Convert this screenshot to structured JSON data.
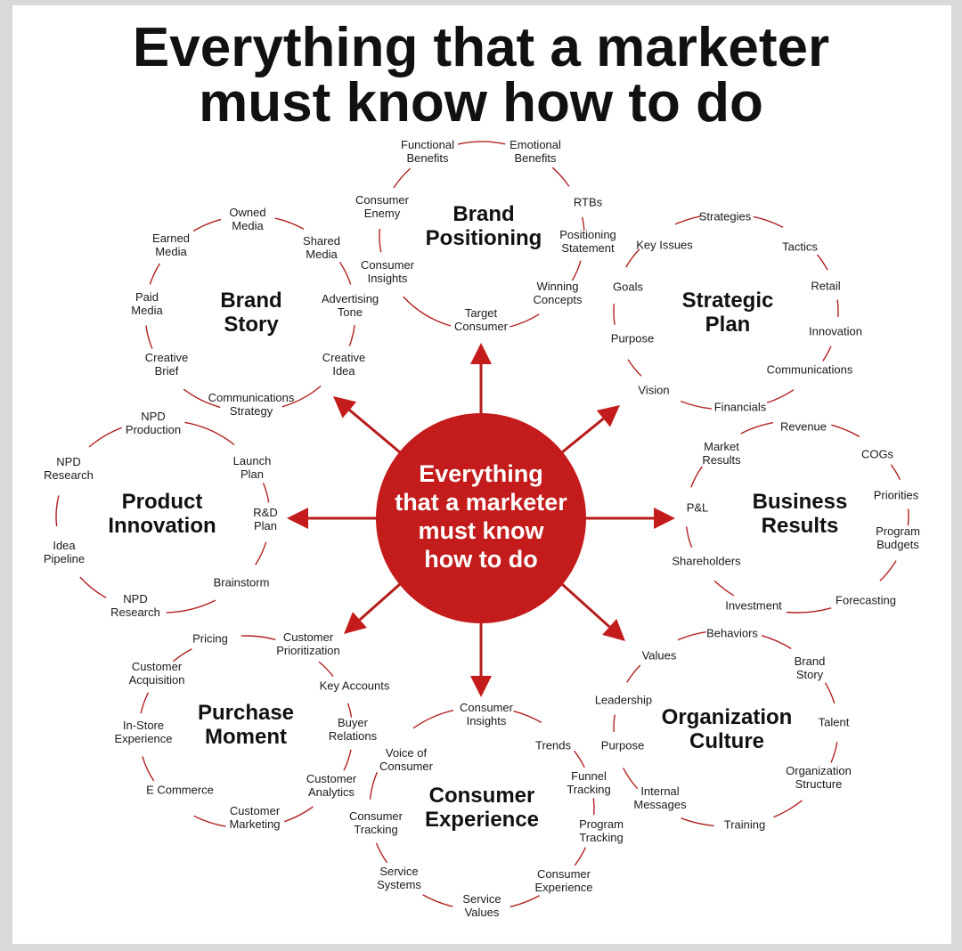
{
  "title": {
    "line1": "Everything that a marketer",
    "line2": "must know how to do"
  },
  "colors": {
    "accent": "#c41c1c",
    "center_fill": "#c41c1c",
    "ring_stroke": "#b22222",
    "text": "#1a1a1a"
  },
  "center": {
    "lines": [
      "Everything",
      "that a marketer",
      "must know",
      "how to do"
    ]
  },
  "clusters": [
    {
      "id": "brand-positioning",
      "heading": [
        "Brand",
        "Positioning"
      ],
      "items": [
        [
          "Functional",
          "Benefits"
        ],
        [
          "Emotional",
          "Benefits"
        ],
        [
          "RTBs"
        ],
        [
          "Positioning",
          "Statement"
        ],
        [
          "Winning",
          "Concepts"
        ],
        [
          "Target",
          "Consumer"
        ],
        [
          "Consumer",
          "Insights"
        ],
        [
          "Consumer",
          "Enemy"
        ]
      ]
    },
    {
      "id": "brand-story",
      "heading": [
        "Brand",
        "Story"
      ],
      "items": [
        [
          "Owned",
          "Media"
        ],
        [
          "Shared",
          "Media"
        ],
        [
          "Advertising",
          "Tone"
        ],
        [
          "Creative",
          "Idea"
        ],
        [
          "Communications",
          "Strategy"
        ],
        [
          "Creative",
          "Brief"
        ],
        [
          "Paid",
          "Media"
        ],
        [
          "Earned",
          "Media"
        ]
      ]
    },
    {
      "id": "strategic-plan",
      "heading": [
        "Strategic",
        "Plan"
      ],
      "items": [
        [
          "Strategies"
        ],
        [
          "Tactics"
        ],
        [
          "Retail"
        ],
        [
          "Innovation"
        ],
        [
          "Communications"
        ],
        [
          "Financials"
        ],
        [
          "Vision"
        ],
        [
          "Purpose"
        ],
        [
          "Goals"
        ],
        [
          "Key Issues"
        ]
      ]
    },
    {
      "id": "product-innovation",
      "heading": [
        "Product",
        "Innovation"
      ],
      "items": [
        [
          "NPD",
          "Production"
        ],
        [
          "Launch",
          "Plan"
        ],
        [
          "R&D",
          "Plan"
        ],
        [
          "Brainstorm"
        ],
        [
          "NPD",
          "Research"
        ],
        [
          "Idea",
          "Pipeline"
        ],
        [
          "NPD",
          "Research"
        ]
      ]
    },
    {
      "id": "business-results",
      "heading": [
        "Business",
        "Results"
      ],
      "items": [
        [
          "Revenue"
        ],
        [
          "COGs"
        ],
        [
          "Priorities"
        ],
        [
          "Program",
          "Budgets"
        ],
        [
          "Forecasting"
        ],
        [
          "Investment"
        ],
        [
          "Shareholders"
        ],
        [
          "P&L"
        ],
        [
          "Market",
          "Results"
        ]
      ]
    },
    {
      "id": "purchase-moment",
      "heading": [
        "Purchase",
        "Moment"
      ],
      "items": [
        [
          "Pricing"
        ],
        [
          "Customer",
          "Prioritization"
        ],
        [
          "Key Accounts"
        ],
        [
          "Buyer",
          "Relations"
        ],
        [
          "Customer",
          "Analytics"
        ],
        [
          "Customer",
          "Marketing"
        ],
        [
          "E Commerce"
        ],
        [
          "In-Store",
          "Experience"
        ],
        [
          "Customer",
          "Acquisition"
        ]
      ]
    },
    {
      "id": "consumer-experience",
      "heading": [
        "Consumer",
        "Experience"
      ],
      "items": [
        [
          "Consumer",
          "Insights"
        ],
        [
          "Trends"
        ],
        [
          "Funnel",
          "Tracking"
        ],
        [
          "Program",
          "Tracking"
        ],
        [
          "Consumer",
          "Experience"
        ],
        [
          "Service",
          "Values"
        ],
        [
          "Service",
          "Systems"
        ],
        [
          "Consumer",
          "Tracking"
        ],
        [
          "Voice of",
          "Consumer"
        ]
      ]
    },
    {
      "id": "organization-culture",
      "heading": [
        "Organization",
        "Culture"
      ],
      "items": [
        [
          "Behaviors"
        ],
        [
          "Brand",
          "Story"
        ],
        [
          "Talent"
        ],
        [
          "Organization",
          "Structure"
        ],
        [
          "Training"
        ],
        [
          "Internal",
          "Messages"
        ],
        [
          "Purpose"
        ],
        [
          "Leadership"
        ],
        [
          "Values"
        ]
      ]
    }
  ]
}
